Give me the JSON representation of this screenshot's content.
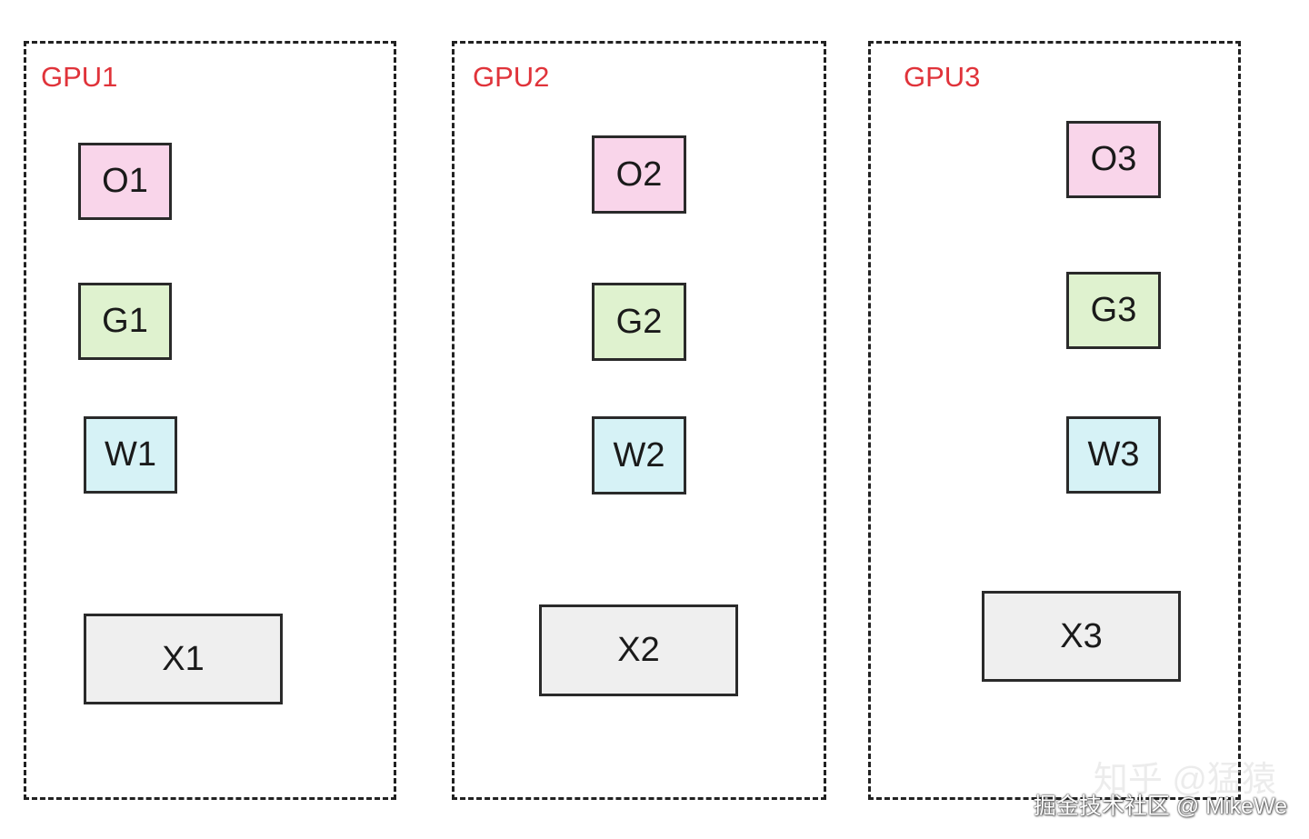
{
  "colors": {
    "gpu_label": "#e0333a",
    "optimizer_fill": "#f9d5ea",
    "gradient_fill": "#dff2cf",
    "weight_fill": "#d6f2f6",
    "activation_fill": "#efefef"
  },
  "gpus": [
    {
      "label": "GPU1",
      "optimizer": "O1",
      "gradient": "G1",
      "weight": "W1",
      "activation": "X1"
    },
    {
      "label": "GPU2",
      "optimizer": "O2",
      "gradient": "G2",
      "weight": "W2",
      "activation": "X2"
    },
    {
      "label": "GPU3",
      "optimizer": "O3",
      "gradient": "G3",
      "weight": "W3",
      "activation": "X3"
    }
  ],
  "watermark": {
    "faint": "知乎 @猛猿",
    "text": "掘金技术社区 @ MikeWe"
  }
}
